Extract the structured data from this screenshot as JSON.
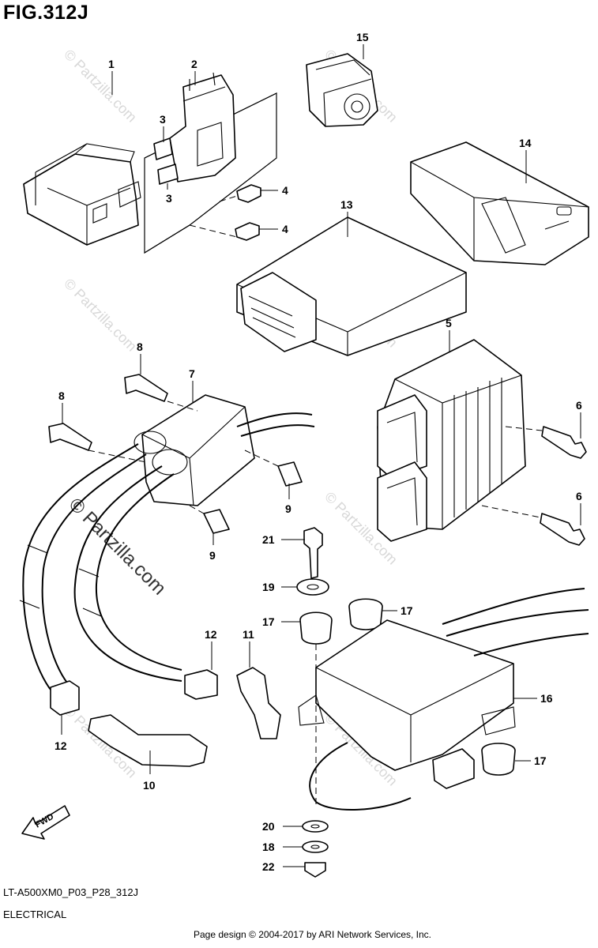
{
  "figure": {
    "title": "FIG.312J"
  },
  "footer": {
    "model_code": "LT-A500XM0_P03_P28_312J",
    "category": "ELECTRICAL",
    "credit": "Page design © 2004-2017 by ARI Network Services, Inc."
  },
  "watermark": {
    "text": "© Partzilla.com"
  },
  "direction_marker": {
    "label": "FWD"
  },
  "callouts": {
    "c1": "1",
    "c2": "2",
    "c3a": "3",
    "c3b": "3",
    "c4a": "4",
    "c4b": "4",
    "c5": "5",
    "c6a": "6",
    "c6b": "6",
    "c7": "7",
    "c8a": "8",
    "c8b": "8",
    "c9a": "9",
    "c9b": "9",
    "c10": "10",
    "c11": "11",
    "c12a": "12",
    "c12b": "12",
    "c13": "13",
    "c14": "14",
    "c15": "15",
    "c16": "16",
    "c17a": "17",
    "c17b": "17",
    "c17c": "17",
    "c18": "18",
    "c19": "19",
    "c20": "20",
    "c21": "21",
    "c22": "22"
  }
}
